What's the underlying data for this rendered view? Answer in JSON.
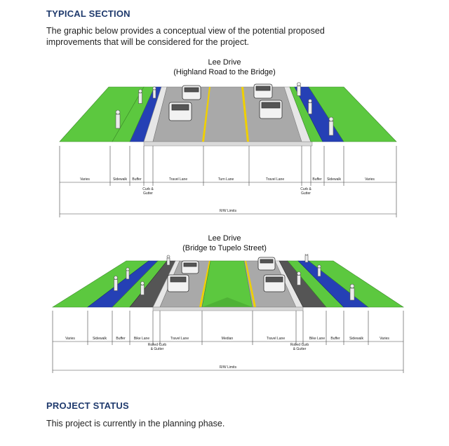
{
  "section_typical": {
    "heading": "TYPICAL SECTION",
    "intro_line1": "The graphic below provides a conceptual view of the potential proposed",
    "intro_line2": "improvements that will be considered for the project."
  },
  "diagram1": {
    "title_line1": "Lee Drive",
    "title_line2": "(Highland Road to the Bridge)",
    "labels": {
      "varies_left": "Varies",
      "sidewalk_left": "Sidewalk",
      "buffer_left": "Buffer",
      "travel_lane_left": "Travel Lane",
      "turn_lane": "Turn Lane",
      "travel_lane_right": "Travel Lane",
      "buffer_right": "Buffer",
      "sidewalk_right": "Sidewalk",
      "varies_right": "Varies",
      "curb_gutter_left_1": "Curb &",
      "curb_gutter_left_2": "Gutter",
      "curb_gutter_right_1": "Curb &",
      "curb_gutter_right_2": "Gutter",
      "rw_limits": "R/W Limits"
    }
  },
  "diagram2": {
    "title_line1": "Lee Drive",
    "title_line2": "(Bridge to Tupelo Street)",
    "labels": {
      "varies_left": "Varies",
      "sidewalk_left": "Sidewalk",
      "buffer_left": "Buffer",
      "bike_lane_left": "Bike Lane",
      "travel_lane_left": "Travel Lane",
      "median": "Median",
      "travel_lane_right": "Travel Lane",
      "bike_lane_right": "Bike Lane",
      "buffer_right": "Buffer",
      "sidewalk_right": "Sidewalk",
      "varies_right": "Varies",
      "rolled_curb_left_1": "Rolled Curb",
      "rolled_curb_left_2": "& Gutter",
      "rolled_curb_right_1": "Rolled Curb",
      "rolled_curb_right_2": "& Gutter",
      "rw_limits": "R/W Limits"
    }
  },
  "section_status": {
    "heading": "PROJECT STATUS",
    "text": "This project is currently in the planning phase."
  },
  "colors": {
    "heading": "#1f3a6d",
    "grass": "#5cc83f",
    "sidewalk": "#2540b5",
    "road": "#a9a9a9",
    "bike_lane": "#555555",
    "stripe": "#f0d000"
  }
}
